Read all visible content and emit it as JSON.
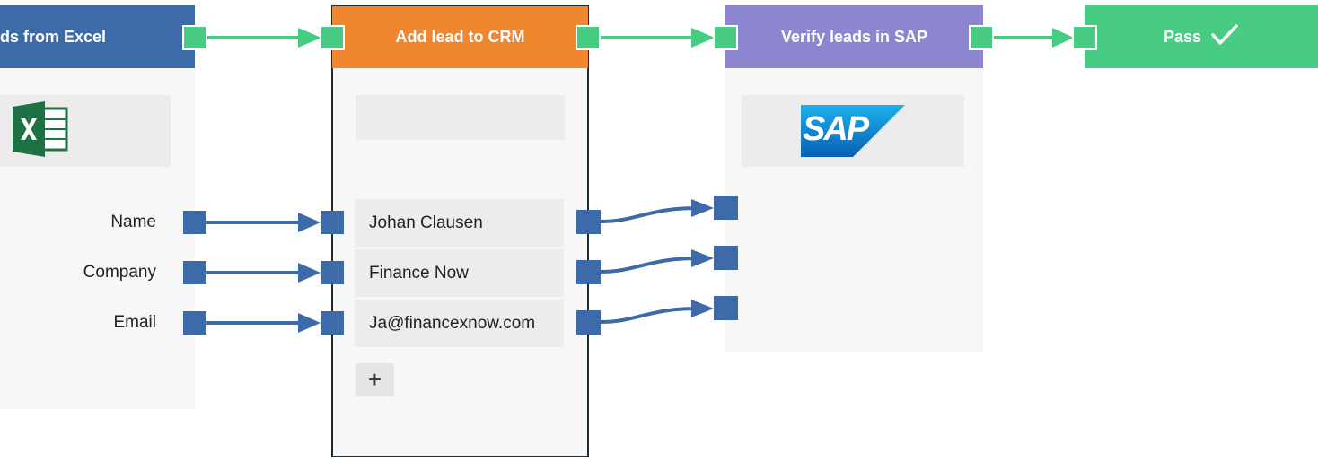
{
  "colors": {
    "excel_header": "#3d6aa8",
    "crm_header": "#f0862d",
    "sap_header": "#8c85d0",
    "pass_header": "#48cc84",
    "flow_connector": "#48cc84",
    "field_connector": "#3d6aa8"
  },
  "nodes": {
    "excel": {
      "title": "ds from Excel",
      "icon": "excel-icon",
      "fields": [
        {
          "label": "Name"
        },
        {
          "label": "Company"
        },
        {
          "label": "Email"
        }
      ]
    },
    "crm": {
      "title": "Add lead to CRM",
      "values": [
        {
          "value": "Johan Clausen"
        },
        {
          "value": "Finance Now"
        },
        {
          "value": "Ja@financexnow.com"
        }
      ],
      "add_button": "+"
    },
    "sap": {
      "title": "Verify leads in SAP",
      "icon": "sap-logo-icon",
      "logo_text": "SAP"
    },
    "pass": {
      "title": "Pass",
      "icon": "check-icon"
    }
  }
}
